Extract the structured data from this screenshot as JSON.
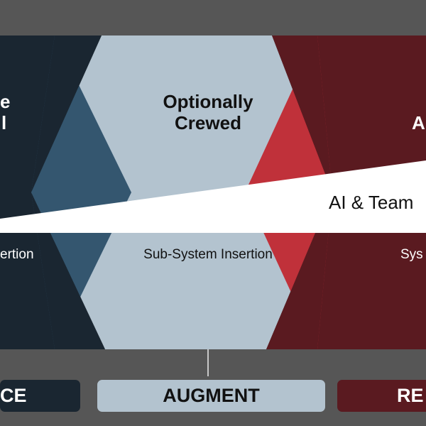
{
  "colors": {
    "background": "#565656",
    "left_hex": "#1a2631",
    "center_hex": "#b3c3cf",
    "right_hex": "#5a1a20",
    "left_overlap": "#34566f",
    "right_overlap": "#c0313a",
    "band": "#ffffff"
  },
  "top_row": {
    "left_label_line1": "e",
    "left_label_line2": "l",
    "center_label_line1": "Optionally",
    "center_label_line2": "Crewed",
    "right_label": "A"
  },
  "band": {
    "label": "AI & Team"
  },
  "middle_row": {
    "left_label": "ertion",
    "center_label": "Sub-System Insertion",
    "right_label": "Sys"
  },
  "buttons": {
    "left": "CE",
    "center": "AUGMENT",
    "right": "RE"
  }
}
